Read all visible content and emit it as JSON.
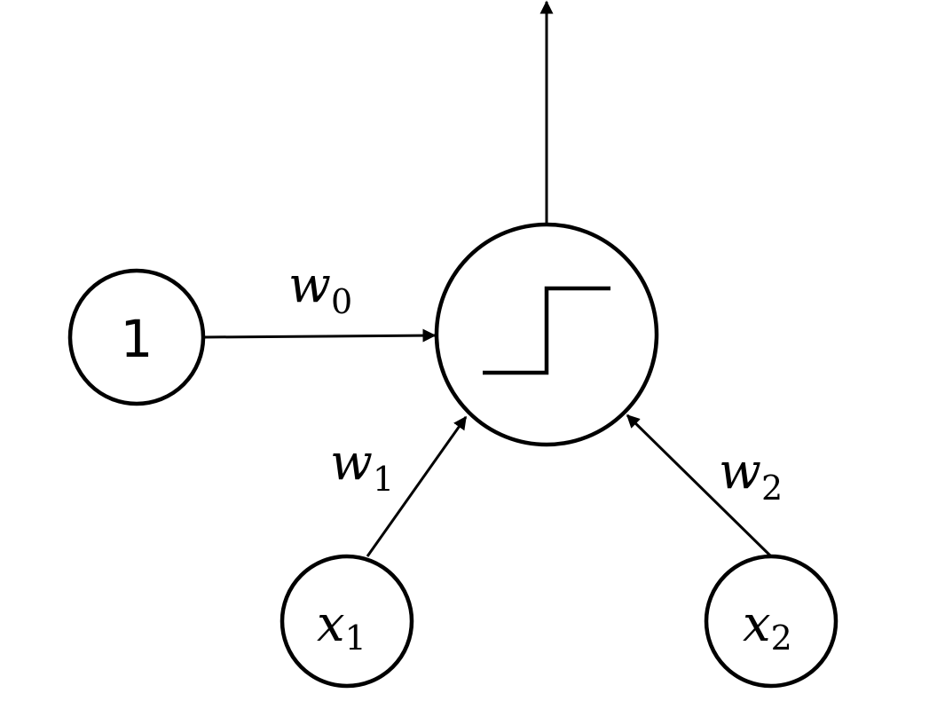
{
  "nodes": {
    "bias": {
      "label": "1"
    },
    "input_1": {
      "var": "x",
      "sub": "1"
    },
    "input_2": {
      "var": "x",
      "sub": "2"
    },
    "neuron": {
      "activation": "step-function-icon"
    }
  },
  "weights": {
    "w0": {
      "var": "w",
      "sub": "0"
    },
    "w1": {
      "var": "w",
      "sub": "1"
    },
    "w2": {
      "var": "w",
      "sub": "2"
    }
  },
  "colors": {
    "stroke": "#000000",
    "background": "#ffffff"
  }
}
